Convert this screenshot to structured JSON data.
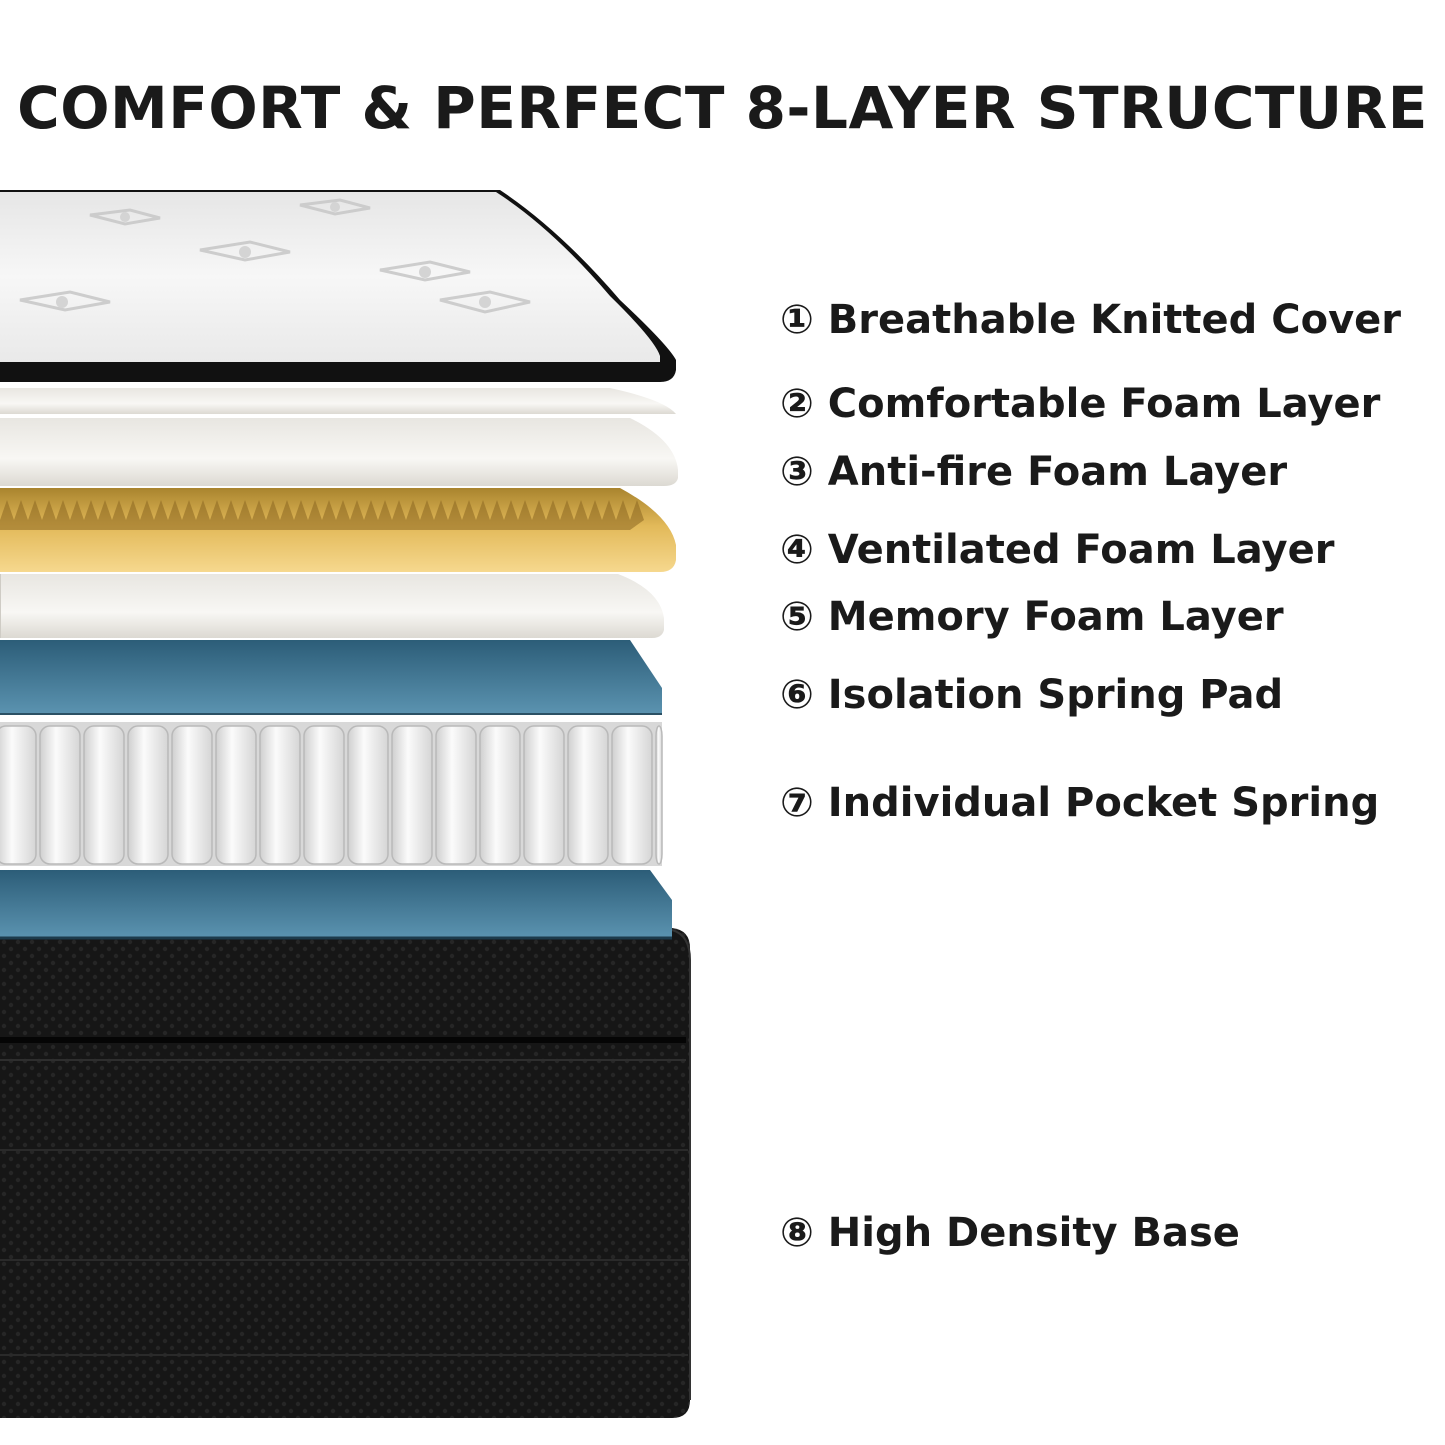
{
  "title": "COMFORT & PERFECT 8-LAYER STRUCTURE",
  "layers": [
    {
      "label": "① Breathable Knitted Cover"
    },
    {
      "label": "② Comfortable Foam Layer"
    },
    {
      "label": "③ Anti-fire Foam Layer"
    },
    {
      "label": "④ Ventilated Foam Layer"
    },
    {
      "label": "⑤ Memory Foam Layer"
    },
    {
      "label": "⑥ Isolation Spring Pad"
    },
    {
      "label": "⑦ Individual Pocket Spring"
    },
    {
      "label": "⑧ High Density Base"
    }
  ],
  "colors": {
    "cover": "#f2f2f2",
    "cover_trim": "#111111",
    "foam_white": "#f7f6f3",
    "foam_shadow": "#d9d6cf",
    "ventilated_foam": "#e8c36a",
    "spring_pad": "#3f7896",
    "spring": "#eeeeee",
    "base": "#121212"
  }
}
